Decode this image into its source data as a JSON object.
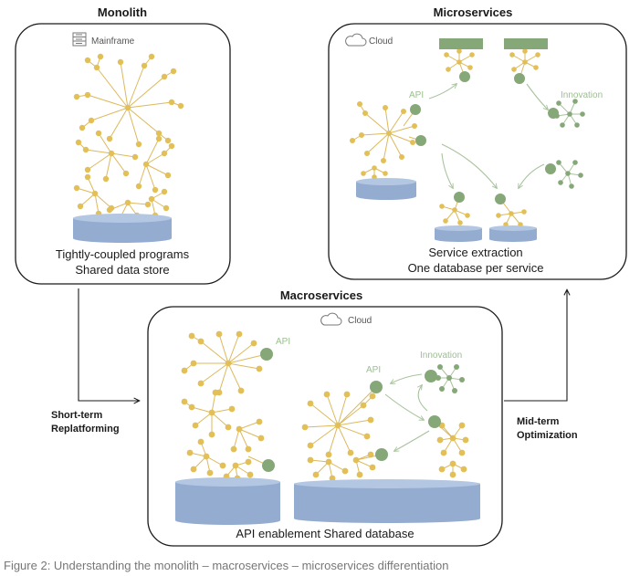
{
  "colors": {
    "node_gold": "#e2bf57",
    "line_gold": "#dcb95c",
    "node_green": "#86a879",
    "line_green": "#a9c39e",
    "label_green": "#9bbf8f",
    "db_fill": "#93acd0",
    "db_top": "#b3c6e2",
    "box_stroke": "#1a1a1a",
    "text": "#1a1a1a",
    "caption": "#777777"
  },
  "monolith": {
    "title": "Monolith",
    "env_icon": "mainframe-icon",
    "env_label": "Mainframe",
    "caption_line1": "Tightly-coupled programs",
    "caption_line2": "Shared data store"
  },
  "microservices": {
    "title": "Microservices",
    "env_icon": "cloud-icon",
    "env_label": "Cloud",
    "api_label": "API",
    "innovation_label": "Innovation",
    "caption_line1": "Service extraction",
    "caption_line2": "One database per service"
  },
  "macroservices": {
    "title": "Macroservices",
    "env_icon": "cloud-icon",
    "env_label": "Cloud",
    "api_label_1": "API",
    "api_label_2": "API",
    "innovation_label": "Innovation",
    "caption": "API enablement Shared database"
  },
  "transitions": {
    "short_term_line1": "Short-term",
    "short_term_line2": "Replatforming",
    "mid_term_line1": "Mid-term",
    "mid_term_line2": "Optimization"
  },
  "figure_caption": "Figure 2: Understanding the monolith – macroservices – microservices differentiation"
}
